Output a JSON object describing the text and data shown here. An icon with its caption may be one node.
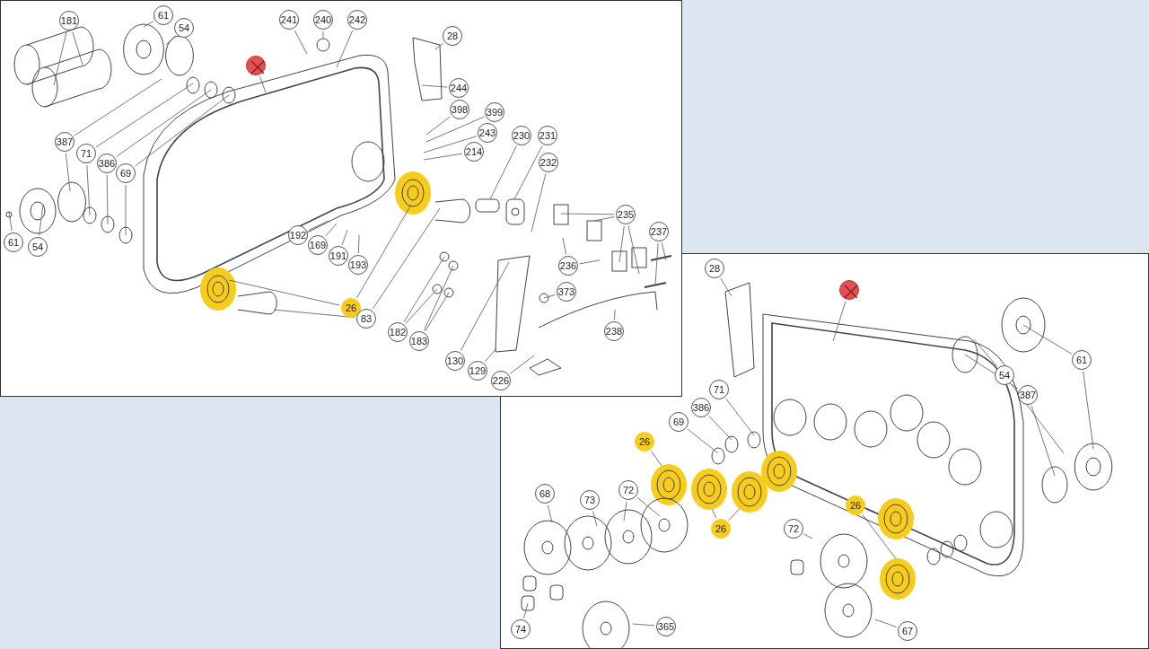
{
  "diagram": {
    "nodes": [
      {
        "text": [
          "181"
        ]
      },
      {
        "text": [
          "61"
        ]
      },
      {
        "text": [
          "54"
        ]
      },
      {
        "text": [
          "241"
        ]
      },
      {
        "text": [
          "240"
        ]
      },
      {
        "text": [
          "242"
        ]
      },
      {
        "text": [],
        "shape": "circle"
      },
      {
        "text": [
          "28"
        ]
      },
      {
        "text": [
          "244"
        ]
      },
      {
        "text": [
          "398"
        ]
      },
      {
        "text": [
          "399"
        ]
      },
      {
        "text": [
          "243"
        ]
      },
      {
        "text": [
          "214"
        ]
      },
      {
        "text": [
          "230"
        ]
      },
      {
        "text": [
          "231"
        ]
      },
      {
        "text": [
          "232"
        ]
      },
      {
        "text": [
          "387"
        ]
      },
      {
        "text": [
          "71"
        ]
      },
      {
        "text": [
          "386"
        ]
      },
      {
        "text": [
          "69"
        ]
      },
      {
        "text": [
          "235"
        ]
      },
      {
        "text": [
          "237"
        ]
      },
      {
        "text": [
          "61"
        ]
      },
      {
        "text": [
          "54"
        ]
      },
      {
        "text": [
          "192"
        ]
      },
      {
        "text": [
          "169"
        ]
      },
      {
        "text": [
          "191"
        ]
      },
      {
        "text": [
          "193"
        ]
      },
      {
        "text": [
          "236"
        ]
      },
      {
        "text": [
          "373"
        ]
      },
      {
        "text": [
          "26"
        ]
      },
      {
        "text": [
          "83"
        ]
      },
      {
        "text": [
          "182"
        ]
      },
      {
        "text": [
          "183"
        ]
      },
      {
        "text": [
          "238"
        ]
      },
      {
        "text": [
          "130"
        ]
      },
      {
        "text": [
          "129"
        ]
      },
      {
        "text": [
          "226"
        ]
      },
      {
        "text": [
          "28"
        ]
      },
      {
        "text": [],
        "shape": "circle"
      },
      {
        "text": [
          "71"
        ]
      },
      {
        "text": [
          "386"
        ]
      },
      {
        "text": [
          "69"
        ]
      },
      {
        "text": [
          "26"
        ]
      },
      {
        "text": [
          "68"
        ]
      },
      {
        "text": [
          "73"
        ]
      },
      {
        "text": [
          "72"
        ]
      },
      {
        "text": [
          "26"
        ]
      },
      {
        "text": [
          "72"
        ]
      },
      {
        "text": [
          "61"
        ]
      },
      {
        "text": [
          "54"
        ]
      },
      {
        "text": [
          "387"
        ]
      },
      {
        "text": [
          "26"
        ]
      },
      {
        "text": [
          "74"
        ]
      },
      {
        "text": [
          "365"
        ]
      },
      {
        "text": [
          "67"
        ]
      }
    ],
    "edges": [
      {
        "from": 0,
        "to": null,
        "arrow": "none"
      },
      {
        "from": 0,
        "to": null,
        "arrow": "none"
      },
      {
        "from": 1,
        "to": null,
        "arrow": "none"
      },
      {
        "from": 2,
        "to": null,
        "arrow": "none"
      },
      {
        "from": 3,
        "to": null,
        "arrow": "none"
      },
      {
        "from": 4,
        "to": null,
        "arrow": "none"
      },
      {
        "from": 5,
        "to": null,
        "arrow": "none"
      },
      {
        "from": 6,
        "to": null,
        "arrow": "none"
      },
      {
        "from": 7,
        "to": null,
        "arrow": "none"
      },
      {
        "from": 8,
        "to": null,
        "arrow": "none"
      },
      {
        "from": 9,
        "to": null,
        "arrow": "none"
      },
      {
        "from": 10,
        "to": null,
        "arrow": "none"
      },
      {
        "from": 11,
        "to": null,
        "arrow": "none"
      },
      {
        "from": 12,
        "to": null,
        "arrow": "none"
      },
      {
        "from": 13,
        "to": null,
        "arrow": "none"
      },
      {
        "from": 14,
        "to": null,
        "arrow": "none"
      },
      {
        "from": 15,
        "to": null,
        "arrow": "none"
      },
      {
        "from": 16,
        "to": null,
        "arrow": "none"
      },
      {
        "from": 16,
        "to": null,
        "arrow": "none"
      },
      {
        "from": 17,
        "to": null,
        "arrow": "none"
      },
      {
        "from": 17,
        "to": null,
        "arrow": "none"
      },
      {
        "from": 18,
        "to": null,
        "arrow": "none"
      },
      {
        "from": 18,
        "to": null,
        "arrow": "none"
      },
      {
        "from": 19,
        "to": null,
        "arrow": "none"
      },
      {
        "from": 19,
        "to": null,
        "arrow": "none"
      },
      {
        "from": 20,
        "to": null,
        "arrow": "none"
      },
      {
        "from": 20,
        "to": null,
        "arrow": "none"
      },
      {
        "from": 20,
        "to": null,
        "arrow": "none"
      },
      {
        "from": 20,
        "to": null,
        "arrow": "none"
      },
      {
        "from": 21,
        "to": null,
        "arrow": "none"
      },
      {
        "from": 21,
        "to": null,
        "arrow": "none"
      },
      {
        "from": 22,
        "to": null,
        "arrow": "none"
      },
      {
        "from": 23,
        "to": null,
        "arrow": "none"
      },
      {
        "from": 24,
        "to": null,
        "arrow": "none"
      },
      {
        "from": 25,
        "to": null,
        "arrow": "none"
      },
      {
        "from": 26,
        "to": null,
        "arrow": "none"
      },
      {
        "from": 27,
        "to": null,
        "arrow": "none"
      },
      {
        "from": 28,
        "to": null,
        "arrow": "none"
      },
      {
        "from": 28,
        "to": null,
        "arrow": "none"
      },
      {
        "from": 29,
        "to": null,
        "arrow": "none"
      },
      {
        "from": 30,
        "to": null,
        "arrow": "none"
      },
      {
        "from": 30,
        "to": null,
        "arrow": "none"
      },
      {
        "from": 31,
        "to": null,
        "arrow": "none"
      },
      {
        "from": 31,
        "to": null,
        "arrow": "none"
      },
      {
        "from": 32,
        "to": null,
        "arrow": "none"
      },
      {
        "from": 32,
        "to": null,
        "arrow": "none"
      },
      {
        "from": 33,
        "to": null,
        "arrow": "none"
      },
      {
        "from": 33,
        "to": null,
        "arrow": "none"
      },
      {
        "from": 34,
        "to": null,
        "arrow": "none"
      },
      {
        "from": 35,
        "to": null,
        "arrow": "none"
      },
      {
        "from": 36,
        "to": null,
        "arrow": "none"
      },
      {
        "from": 37,
        "to": null,
        "arrow": "none"
      },
      {
        "from": 38,
        "to": null,
        "arrow": "none"
      },
      {
        "from": 39,
        "to": null,
        "arrow": "none"
      },
      {
        "from": 40,
        "to": null,
        "arrow": "none"
      },
      {
        "from": 41,
        "to": null,
        "arrow": "none"
      },
      {
        "from": 42,
        "to": null,
        "arrow": "none"
      },
      {
        "from": 43,
        "to": null,
        "arrow": "none"
      },
      {
        "from": 44,
        "to": null,
        "arrow": "none"
      },
      {
        "from": 45,
        "to": null,
        "arrow": "none"
      },
      {
        "from": 46,
        "to": null,
        "arrow": "none"
      },
      {
        "from": 46,
        "to": null,
        "arrow": "none"
      },
      {
        "from": 47,
        "to": null,
        "arrow": "none"
      },
      {
        "from": 47,
        "to": null,
        "arrow": "none"
      },
      {
        "from": 48,
        "to": null,
        "arrow": "none"
      },
      {
        "from": 49,
        "to": null,
        "arrow": "none"
      },
      {
        "from": 49,
        "to": null,
        "arrow": "none"
      },
      {
        "from": 50,
        "to": null,
        "arrow": "none"
      },
      {
        "from": 50,
        "to": null,
        "arrow": "none"
      },
      {
        "from": 51,
        "to": null,
        "arrow": "none"
      },
      {
        "from": 51,
        "to": null,
        "arrow": "none"
      },
      {
        "from": 52,
        "to": null,
        "arrow": "none"
      },
      {
        "from": 52,
        "to": null,
        "arrow": "none"
      },
      {
        "from": 53,
        "to": null,
        "arrow": "none"
      },
      {
        "from": 54,
        "to": null,
        "arrow": "none"
      },
      {
        "from": 55,
        "to": null,
        "arrow": "none"
      }
    ]
  }
}
